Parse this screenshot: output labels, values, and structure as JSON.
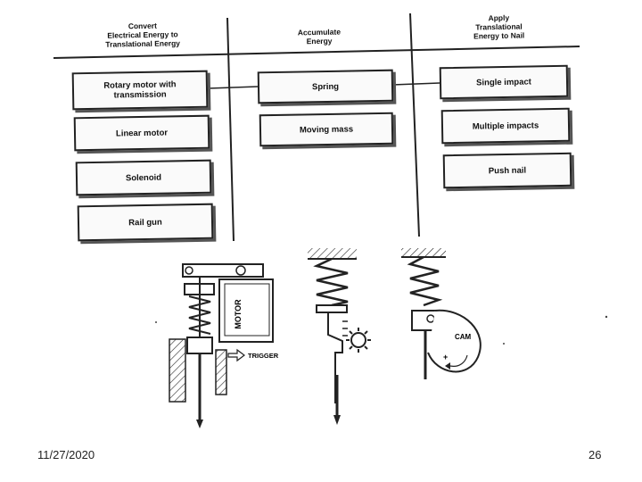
{
  "columns": [
    {
      "header": "Convert\nElectrical Energy to\nTranslational Energy",
      "options": [
        "Rotary motor with\ntransmission",
        "Linear motor",
        "Solenoid",
        "Rail gun"
      ]
    },
    {
      "header": "Accumulate\nEnergy",
      "options": [
        "Spring",
        "Moving mass"
      ]
    },
    {
      "header": "Apply\nTranslational\nEnergy to Nail",
      "options": [
        "Single impact",
        "Multiple impacts",
        "Push nail"
      ]
    }
  ],
  "mechanisms": {
    "motor_label": "MOTOR",
    "trigger_label": "TRIGGER",
    "cam_label": "CAM"
  },
  "footer": {
    "date": "11/27/2020",
    "page_number": "26"
  }
}
